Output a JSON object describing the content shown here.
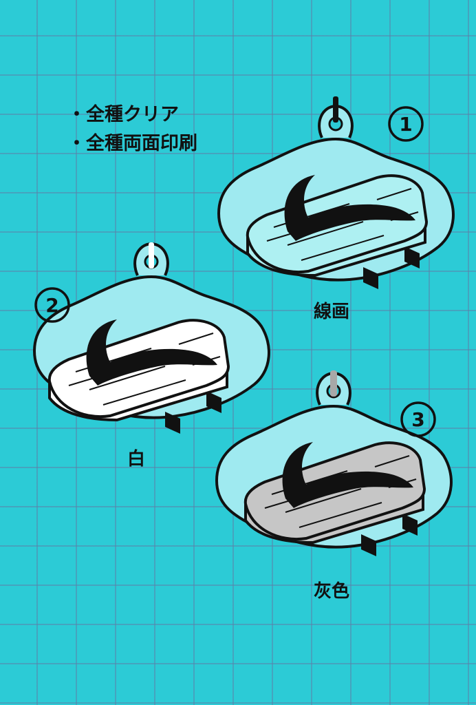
{
  "notes": [
    "・全種クリア",
    "・全種両面印刷"
  ],
  "variants": [
    {
      "number": "1",
      "label": "線画",
      "fill": "#aef0f2",
      "clasp": "#111111"
    },
    {
      "number": "2",
      "label": "白",
      "fill": "#ffffff",
      "clasp": "#ffffff"
    },
    {
      "number": "3",
      "label": "灰色",
      "fill": "#c6c6c6",
      "clasp": "#a8a8a8"
    }
  ],
  "colors": {
    "background": "#2ccbd6",
    "grid": "#5a82aa",
    "charm_clear": "#9feaf0",
    "ink": "#111111"
  }
}
